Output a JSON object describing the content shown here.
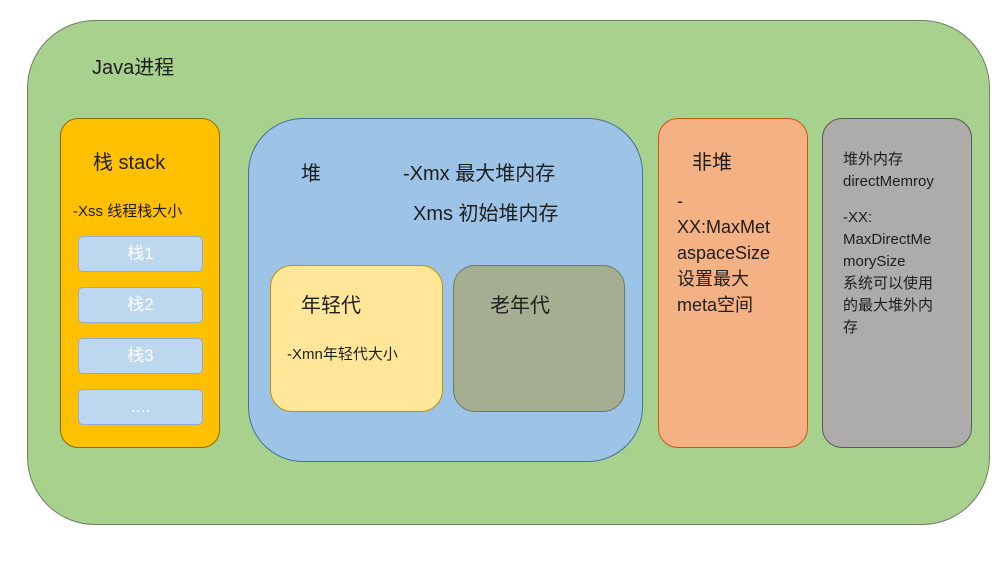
{
  "title": "Java进程",
  "stack": {
    "title": "栈 stack",
    "option": "-Xss 线程栈大小",
    "frames": [
      "栈1",
      "栈2",
      "栈3",
      "...."
    ]
  },
  "heap": {
    "title": "堆",
    "xmx": "-Xmx 最大堆内存",
    "xms": "Xms 初始堆内存",
    "young": {
      "title": "年轻代",
      "option": "-Xmn年轻代大小"
    },
    "old": {
      "title": "老年代"
    }
  },
  "non_heap": {
    "title": "非堆",
    "lines": [
      "-",
      "XX:MaxMet",
      "aspaceSize",
      "设置最大",
      "meta空间"
    ]
  },
  "off_heap": {
    "head_lines": [
      "堆外内存",
      "directMemroy"
    ],
    "option_lines": [
      "-XX:",
      "MaxDirectMe",
      "morySize",
      "系统可以使用",
      "的最大堆外内",
      "存"
    ]
  },
  "colors": {
    "process": "#A9D18E",
    "stack": "#FFC000",
    "stack_frame": "#BDD7EE",
    "heap": "#9DC3E6",
    "young_gen": "#FFE699",
    "old_gen": "#A6AE92",
    "non_heap": "#F4B183",
    "off_heap": "#AEABAB"
  }
}
